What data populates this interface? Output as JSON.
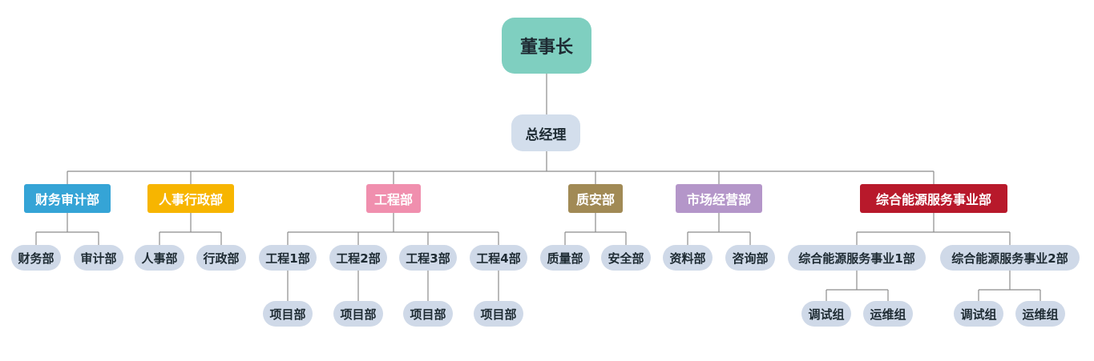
{
  "chairman": "董事长",
  "general_manager": "总经理",
  "colors": {
    "chairman": "#7fcfc0",
    "general_manager": "#d3deec",
    "finance_audit": "#35a4d6",
    "hr_admin": "#f7b500",
    "engineering": "#f08fae",
    "quality_safety": "#a18a55",
    "marketing": "#b496c9",
    "energy_services": "#b8192b",
    "sub_node": "#cfd9e8",
    "connector": "#8c8c8c"
  },
  "departments": [
    {
      "name": "财务审计部",
      "children": [
        {
          "name": "财务部"
        },
        {
          "name": "审计部"
        }
      ]
    },
    {
      "name": "人事行政部",
      "children": [
        {
          "name": "人事部"
        },
        {
          "name": "行政部"
        }
      ]
    },
    {
      "name": "工程部",
      "children": [
        {
          "name": "工程1部",
          "children": [
            {
              "name": "项目部"
            }
          ]
        },
        {
          "name": "工程2部",
          "children": [
            {
              "name": "项目部"
            }
          ]
        },
        {
          "name": "工程3部",
          "children": [
            {
              "name": "项目部"
            }
          ]
        },
        {
          "name": "工程4部",
          "children": [
            {
              "name": "项目部"
            }
          ]
        }
      ]
    },
    {
      "name": "质安部",
      "children": [
        {
          "name": "质量部"
        },
        {
          "name": "安全部"
        }
      ]
    },
    {
      "name": "市场经营部",
      "children": [
        {
          "name": "资料部"
        },
        {
          "name": "咨询部"
        }
      ]
    },
    {
      "name": "综合能源服务事业部",
      "children": [
        {
          "name": "综合能源服务事业1部",
          "children": [
            {
              "name": "调试组"
            },
            {
              "name": "运维组"
            }
          ]
        },
        {
          "name": "综合能源服务事业2部",
          "children": [
            {
              "name": "调试组"
            },
            {
              "name": "运维组"
            }
          ]
        }
      ]
    }
  ]
}
